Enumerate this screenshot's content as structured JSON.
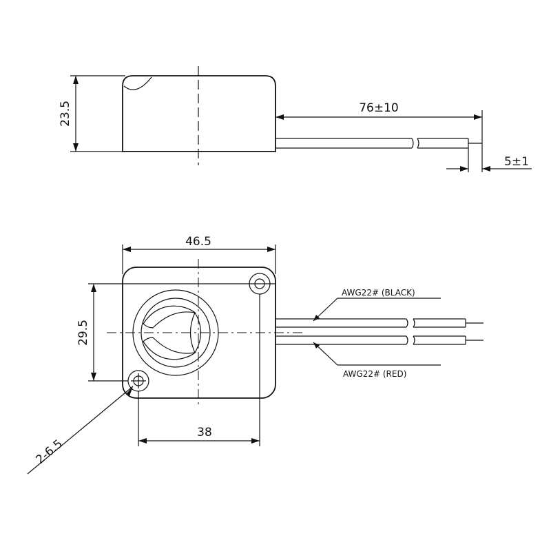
{
  "side_view": {
    "height_dim": "23.5",
    "cable_length_dim": "76±10",
    "strip_length_dim": "5±1"
  },
  "top_view": {
    "width_dim": "46.5",
    "hole_spacing_vertical_dim": "29.5",
    "hole_spacing_horizontal_dim": "38",
    "hole_dim": "2-6.5",
    "wire_black_label": "AWG22# (BLACK)",
    "wire_red_label": "AWG22# (RED)"
  }
}
